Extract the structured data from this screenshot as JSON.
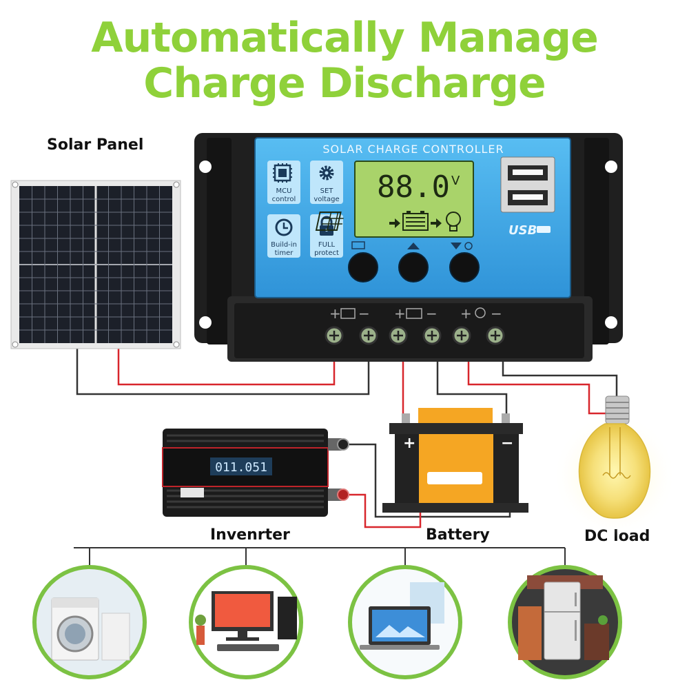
{
  "title": {
    "line1": "Automatically Manage",
    "line2": "Charge Discharge"
  },
  "labels": {
    "solar_panel": "Solar Panel",
    "inverter": "Invenrter",
    "battery": "Battery",
    "dc_load": "DC load"
  },
  "controller": {
    "header": "SOLAR CHARGE CONTROLLER",
    "lcd_value": "88.0",
    "lcd_unit": "V",
    "features": [
      {
        "line1": "MCU",
        "line2": "control"
      },
      {
        "line1": "SET",
        "line2": "voltage"
      },
      {
        "line1": "Build-in",
        "line2": "timer"
      },
      {
        "line1": "FULL",
        "line2": "protect"
      }
    ],
    "usb_label": "USB",
    "terminal_signs": [
      "+",
      "−",
      "+",
      "−",
      "+",
      "−"
    ]
  },
  "inverter_display": "011.051",
  "colors": {
    "title_green": "#8fd13a",
    "controller_blue": "#3aa8e6",
    "lcd_green": "#a9d36a",
    "battery_orange": "#f5a623",
    "wire_red": "#d8262c",
    "circle_green": "#7cc243"
  },
  "icons": [
    "chip-icon",
    "gear-icon",
    "clock-icon",
    "lock-icon",
    "solar-icon",
    "battery-icon",
    "bulb-icon",
    "washing-machine-icon",
    "desktop-computer-icon",
    "laptop-icon",
    "refrigerator-icon"
  ]
}
